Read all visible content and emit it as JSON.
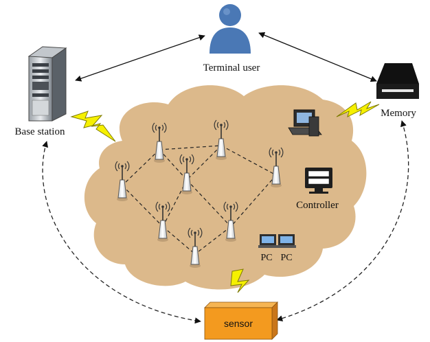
{
  "nodes": {
    "terminal_user": {
      "label": "Terminal user",
      "icon": "user-icon"
    },
    "base_station": {
      "label": "Base station",
      "icon": "server-tower-icon"
    },
    "memory": {
      "label": "Memory",
      "icon": "storage-drive-icon"
    },
    "controller": {
      "label": "Controller",
      "icon": "monitor-icon"
    },
    "pc_a": {
      "label": "PC",
      "icon": "desktop-computer-icon"
    },
    "pc_b": {
      "label": "PC",
      "icon": "desktop-computer-icon"
    },
    "sensor": {
      "label": "sensor",
      "icon": "sensor-box-icon"
    }
  },
  "cloud": {
    "name": "wireless-network-cloud"
  },
  "colors": {
    "cloud": "#dcb98b",
    "sensor_front": "#f39a1f",
    "sensor_top": "#f6b553",
    "sensor_side": "#c9761a",
    "user": "#4a78b5",
    "lightning": "#f6f000",
    "lightning_stroke": "#7d7a00"
  }
}
